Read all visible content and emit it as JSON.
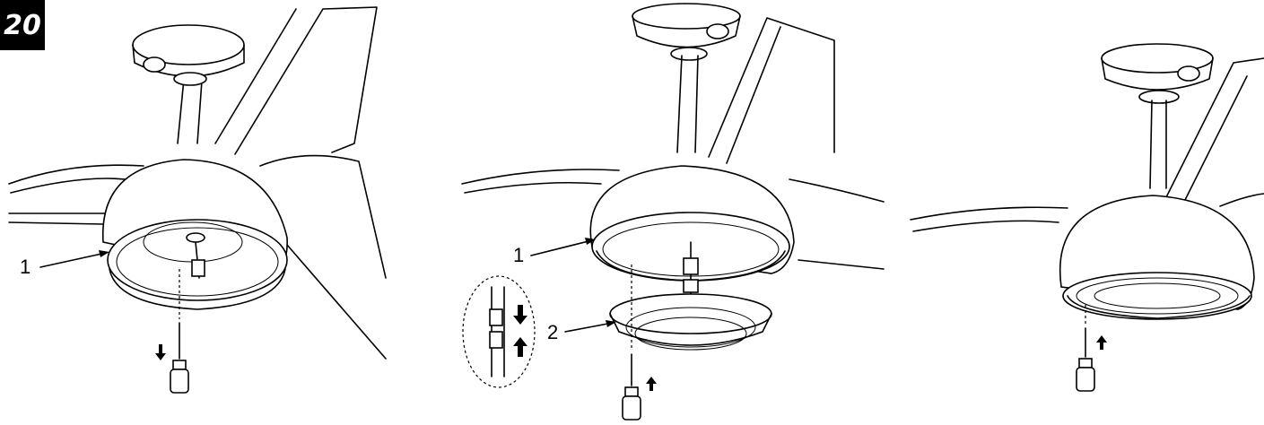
{
  "step_number": "20",
  "callouts": {
    "panel1_part1": "1",
    "panel2_part1": "1",
    "panel2_part2": "2"
  }
}
